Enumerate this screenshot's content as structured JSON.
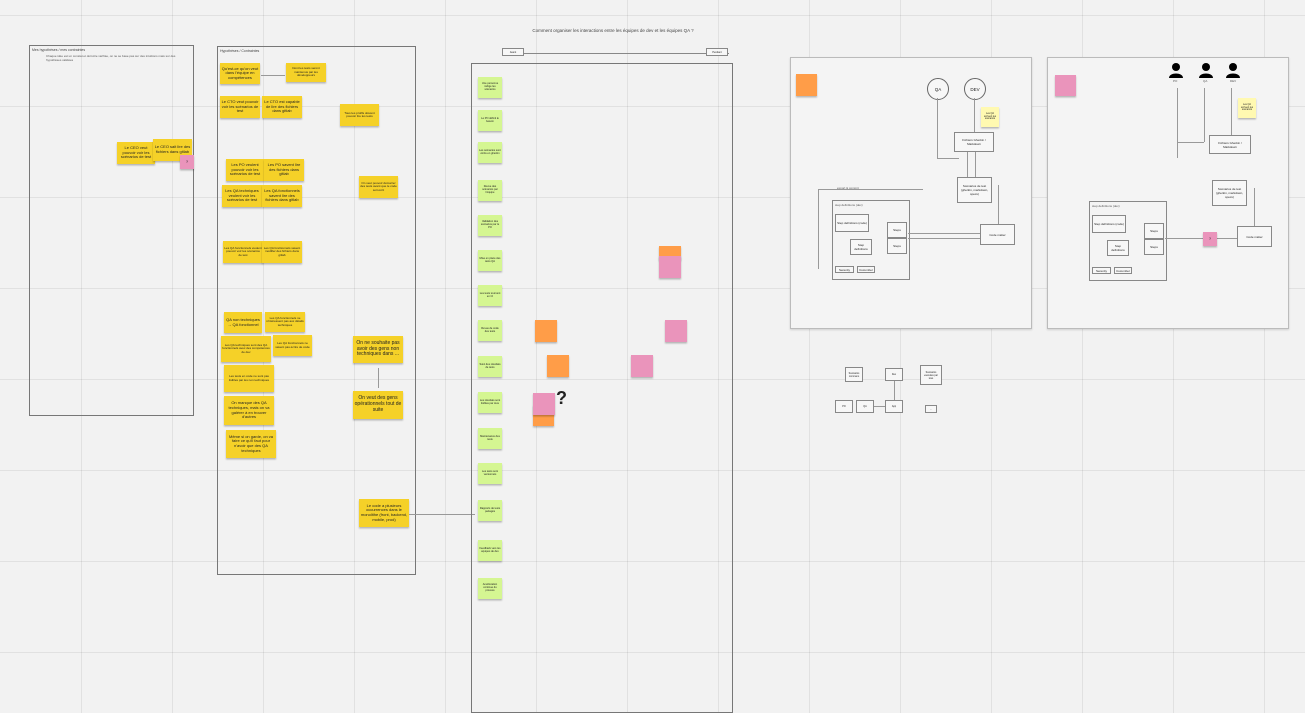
{
  "board": {
    "title": "Comment organiser les interactions entre les équipes de dev et les équipes QA ?"
  },
  "frame_left": {
    "title": "Mes hypothèses / mes contraintes",
    "description": "Chaque idée est un constat et doit être vérifiée, on ne se base pas sur des intuitions mais sur des hypothèses validées",
    "notes": [
      "Le CEO veut pouvoir voir les scénarios de test",
      "Le CEO sait lire des fichiers dans gitlab",
      "?"
    ]
  },
  "frame_hypotheses": {
    "title": "Hypothèses / Contraintes",
    "notes": [
      "Qu'est-ce qu'on veut dans l'équipe en compétences",
      "Dont les tests seront maintenus par les développeurs",
      "Le CTO veut pouvoir voir les scénarios de test",
      "Le CTO est capable de lire des fichiers dans gitlab",
      "Tous les profils doivent pouvoir lire les tests",
      "Les PO veulent pouvoir voir les scénarios de test",
      "Les PO savent lire des fichiers dans gitlab",
      "Les QA techniques veulent voir les scénarios de test",
      "Les QA fonctionnels savent lire des fichiers dans gitlab",
      "On veut pouvoir démarrer des tests avant que le code soit écrit",
      "Les QA fonctionnels veulent pouvoir voir les scénarios de test",
      "Les QA fonctionnels savent modifier des fichiers dans gitlab",
      "QA non techniques → QA fonctionnel",
      "Les QA fonctionnels ne s'intéressent pas aux détails techniques",
      "Les QA techniques sont des QA fonctionnels avec des compétences de dev",
      "Les QA fonctionnels ne savent pas écrire de code",
      "Les tests en code ne sont pas lisibles par les non techniques",
      "On manque des QA techniques, mais on va galérer à en trouver d'autres",
      "Même si on garde, on va faire ce qu'il faut pour n'avoir que des QA techniques",
      "On ne souhaite pas avoir des gens non techniques dans ...",
      "On veut des gens opérationnels tout de suite",
      "Le code a plusieurs occurrences dans le monolithe (front, backend, mobile, prod)"
    ]
  },
  "timeline": {
    "start_label": "Avant",
    "end_label": "Pendant"
  },
  "column": {
    "green_notes": [
      "Une personne rédige les scénarios",
      "Le PO définit le besoin",
      "Les scénarios sont écrits en gherkin",
      "Revue des scénarios par l'équipe",
      "Validation des scénarios par le PO",
      "Mise en place des tests QA",
      "Les tests tournent en CI",
      "Revue de code des tests",
      "Suivi des résultats de tests",
      "Les résultats sont lisibles par tous",
      "Maintenance des tests",
      "Les tests sont versionnés",
      "Rapports de tests partagés",
      "Feedback vers les équipes de dev",
      "Amélioration continue du process"
    ],
    "question_mark": "?"
  },
  "diagram_a": {
    "actors": [
      "QA",
      "DEV"
    ],
    "boxes": [
      "Fichiers Gherkin / Markdown",
      "Scénarios de test (gherkin, markdown, specs)",
      "Code métier",
      "Step definitions (code)",
      "Step definitions",
      "Steps",
      "Steps",
      "Serenity",
      "Cucumber"
    ],
    "frame_label": "step definitions (dev)",
    "note": "Les QA écrivent les scénarios",
    "link_label": "export & commit"
  },
  "diagram_b": {
    "actors": [
      "PO",
      "QA",
      "DEV"
    ],
    "boxes": [
      "Fichiers Gherkin / Markdown",
      "Scénarios de test (gherkin, markdown, specs)",
      "Code métier",
      "Step definitions (code)",
      "Step definitions",
      "Steps",
      "Steps",
      "Serenity",
      "Cucumber"
    ],
    "frame_label": "step definitions (dev)",
    "note": "Les QA écrivent les scénarios",
    "question": "?"
  },
  "mini_diagram": {
    "boxes": [
      "Scénarios communs",
      "PO",
      "QA",
      "Dev",
      "App",
      "Scénarios exécutés par tous",
      "…"
    ]
  },
  "colors": {
    "yellow": "#f5d128",
    "green": "#d5f692",
    "orange": "#ff9d48",
    "pink": "#ea94bb"
  }
}
